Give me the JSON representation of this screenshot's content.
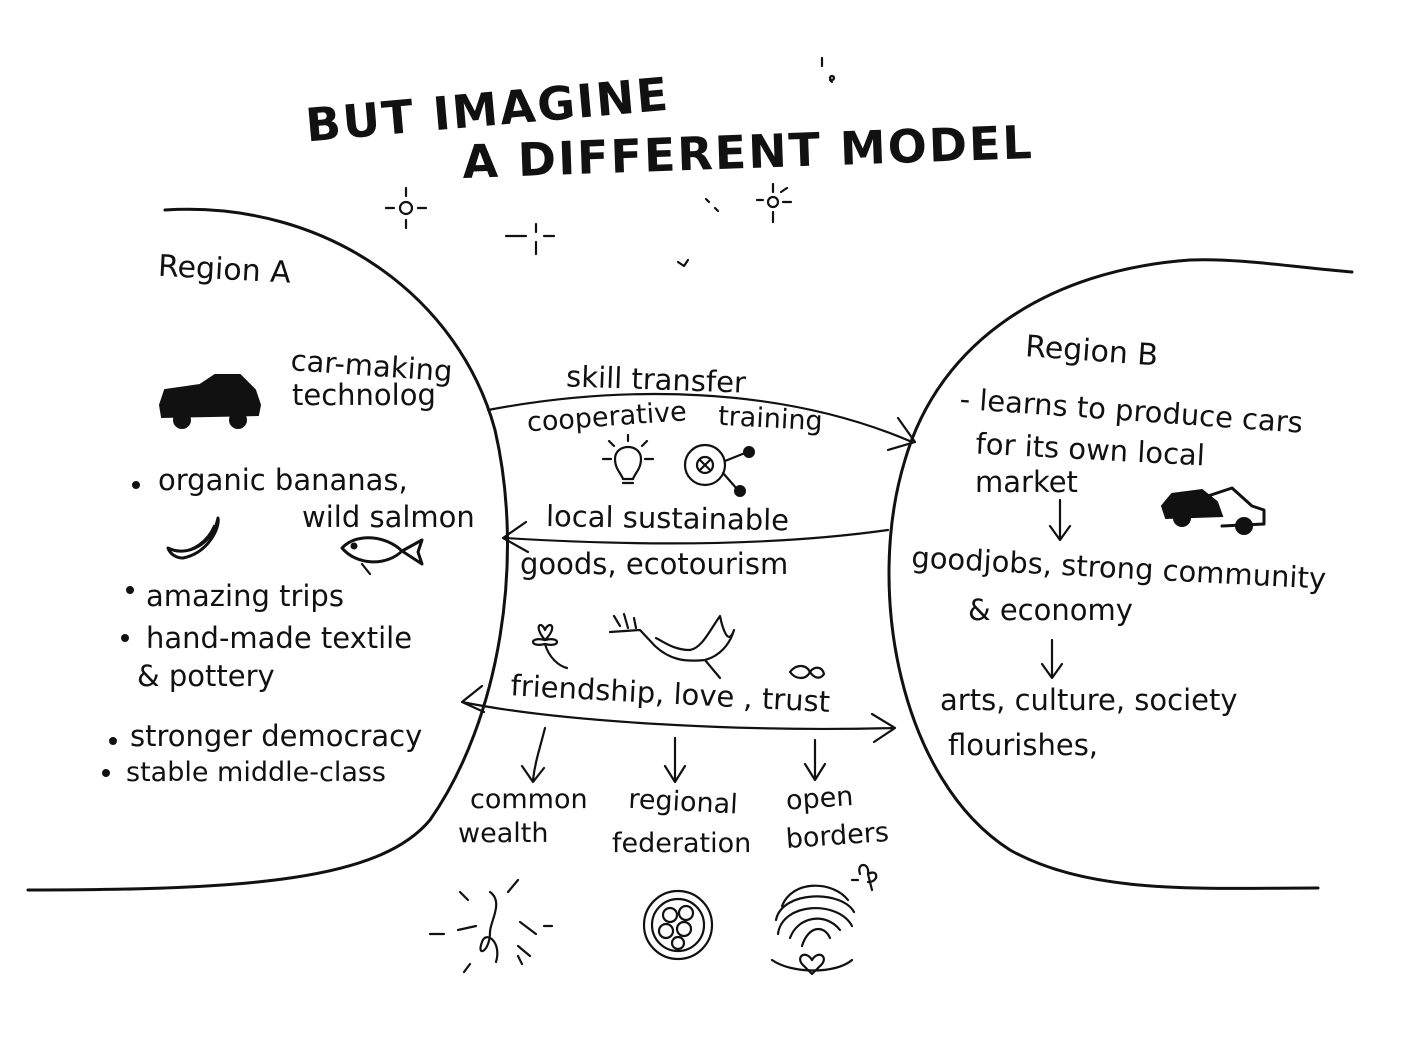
{
  "title": {
    "line1": "BUT IMAGINE",
    "line2": "A DIFFERENT MODEL"
  },
  "region_a": {
    "label": "Region A",
    "car_tech": [
      "car-making",
      "technolog"
    ],
    "bullets": [
      [
        "organic bananas,"
      ],
      [
        "amazing trips"
      ],
      [
        "hand-made textile",
        "& pottery"
      ],
      [
        "stronger democracy"
      ],
      [
        "stable middle-class"
      ]
    ],
    "wild_salmon": "wild salmon"
  },
  "region_b": {
    "label": "Region B",
    "learns": [
      "- learns to produce cars",
      "for its own local",
      "market"
    ],
    "outcome1": [
      "goodjobs,  strong community",
      "& economy"
    ],
    "outcome2": [
      "arts, culture, society",
      "flourishes,"
    ]
  },
  "flows": {
    "top_heading": "skill  transfer",
    "cooperative": "cooperative",
    "training": "training",
    "return_line1": "local sustainable",
    "return_line2": "goods, ecotourism",
    "bond": "friendship, love , trust"
  },
  "results": [
    {
      "label": [
        "common",
        "wealth"
      ],
      "icon": "knot-icon"
    },
    {
      "label": [
        "regional",
        "federation"
      ],
      "icon": "woven-circle-icon"
    },
    {
      "label": [
        "open",
        "borders"
      ],
      "icon": "swirl-heart-icon"
    }
  ],
  "colors": {
    "ink": "#111111",
    "paper": "#ffffff"
  }
}
